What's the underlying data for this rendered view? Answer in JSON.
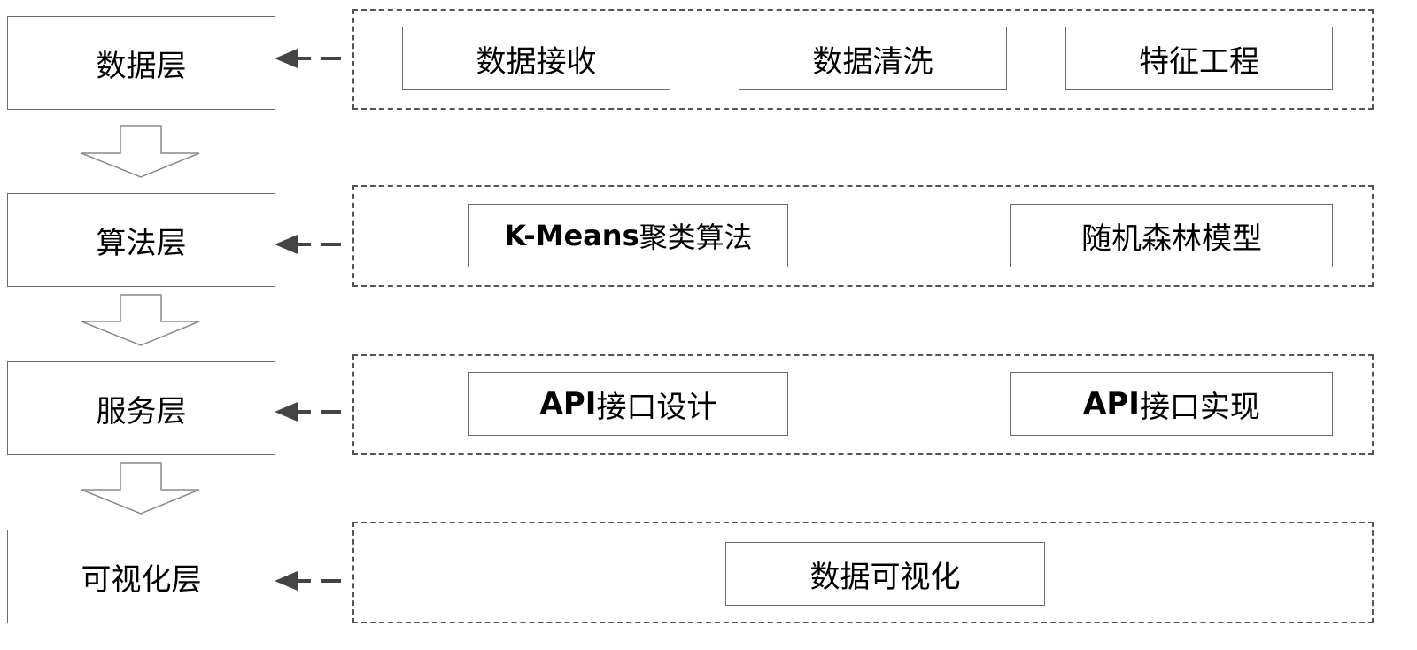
{
  "layers": [
    {
      "label": "数据层",
      "items": [
        "数据接收",
        "数据清洗",
        "特征工程"
      ]
    },
    {
      "label": "算法层",
      "items": [
        {
          "latin": "K-Means",
          "rest": "聚类算法"
        },
        "随机森林模型"
      ]
    },
    {
      "label": "服务层",
      "items": [
        {
          "latin": "API",
          "rest": "接口设计"
        },
        {
          "latin": "API",
          "rest": "接口实现"
        }
      ]
    },
    {
      "label": "可视化层",
      "items": [
        "数据可视化"
      ]
    }
  ],
  "colors": {
    "line": "#6b6b6b",
    "dash": "#555555",
    "arrow_fill": "#ffffff",
    "arrow_stroke": "#8a8a8a"
  }
}
